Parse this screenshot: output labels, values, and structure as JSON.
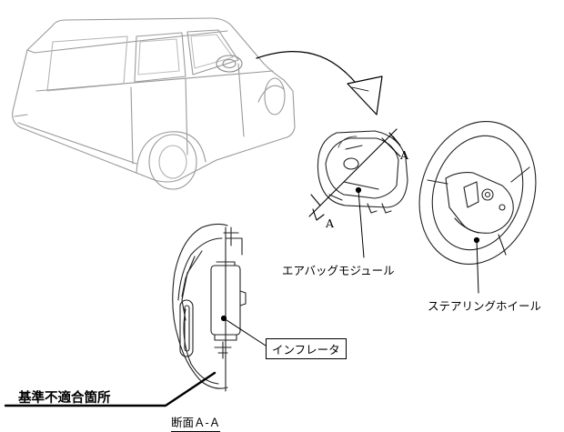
{
  "labels": {
    "airbag_module": "エアバッグモジュール",
    "steering_wheel": "ステアリングホイール",
    "inflator": "インフレータ",
    "nonconforming_location": "基準不適合箇所",
    "section_caption": "断面Ａ-Ａ"
  },
  "section_markers": {
    "upper": "A",
    "lower": "A"
  }
}
